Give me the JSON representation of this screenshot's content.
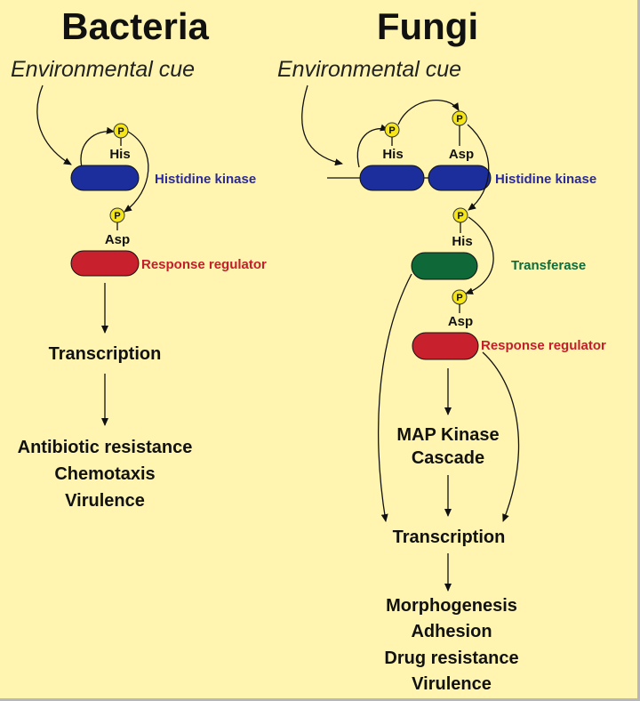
{
  "titles": {
    "left": "Bacteria",
    "right": "Fungi"
  },
  "cue": {
    "left": "Environmental cue",
    "right": "Environmental cue"
  },
  "phospho": "P",
  "residues": {
    "his": "His",
    "asp": "Asp"
  },
  "proteins": {
    "histidine_kinase": "Histidine kinase",
    "response_regulator": "Response regulator",
    "transferase": "Transferase"
  },
  "bacteria": {
    "transcription": "Transcription",
    "outcomes": [
      "Antibiotic resistance",
      "Chemotaxis",
      "Virulence"
    ]
  },
  "fungi": {
    "map_kinase": [
      "MAP Kinase",
      "Cascade"
    ],
    "transcription": "Transcription",
    "outcomes": [
      "Morphogenesis",
      "Adhesion",
      "Drug resistance",
      "Virulence"
    ]
  },
  "colors": {
    "background": "#fff5b0",
    "kinase": "#1c2e9c",
    "regulator": "#c8202c",
    "transferase": "#0e6838",
    "phospho": "#f5e61a",
    "kinase_label": "#2a2a9a",
    "regulator_label": "#c41e2a",
    "transferase_label": "#0e6b3a"
  }
}
